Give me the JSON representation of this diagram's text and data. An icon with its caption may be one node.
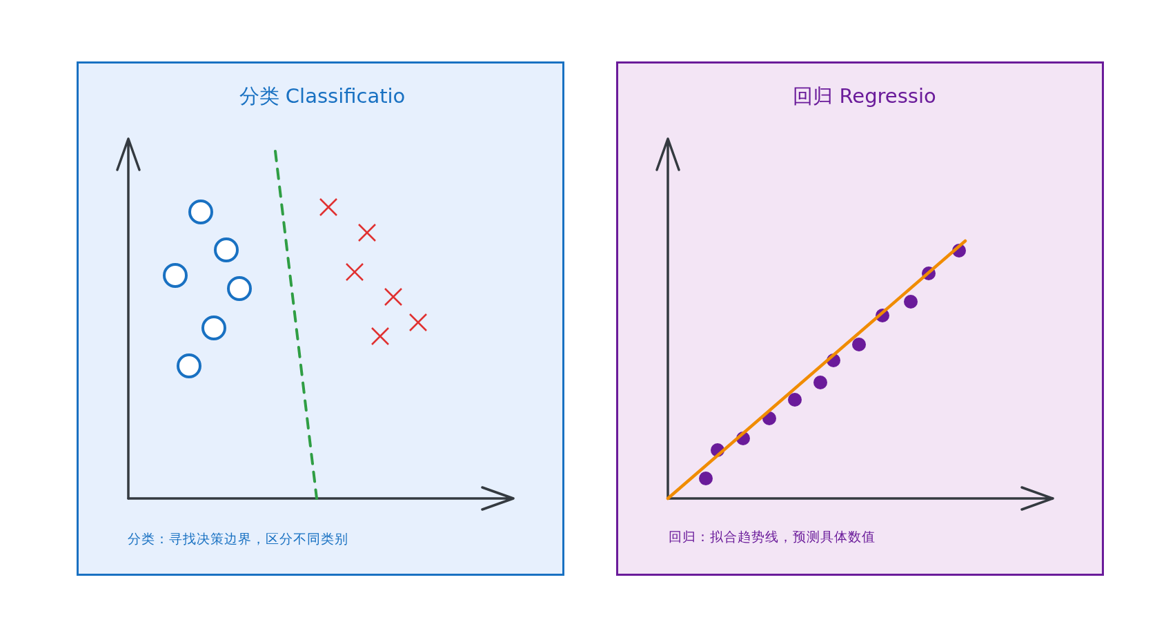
{
  "diagram": {
    "nodes": [
      {
        "text": [
          "分类 Classificatio",
          "分类：寻找决策边界，区分不同类别"
        ]
      },
      {
        "text": [
          "回归 Regressio",
          "回归：拟合趋势线，预测具体数值"
        ]
      }
    ]
  }
}
